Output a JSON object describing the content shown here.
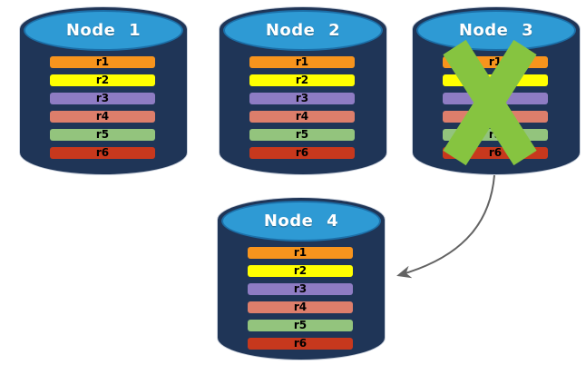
{
  "diagram": {
    "nodes": [
      {
        "label": "Node 1",
        "records": [
          {
            "label": "r1",
            "color": "#F7941D"
          },
          {
            "label": "r2",
            "color": "#FFFF00"
          },
          {
            "label": "r3",
            "color": "#8E7CC3"
          },
          {
            "label": "r4",
            "color": "#DD7E6B"
          },
          {
            "label": "r5",
            "color": "#93C47D"
          },
          {
            "label": "r6",
            "color": "#C7381D"
          }
        ]
      },
      {
        "label": "Node 2",
        "records": [
          {
            "label": "r1",
            "color": "#F7941D"
          },
          {
            "label": "r2",
            "color": "#FFFF00"
          },
          {
            "label": "r3",
            "color": "#8E7CC3"
          },
          {
            "label": "r4",
            "color": "#DD7E6B"
          },
          {
            "label": "r5",
            "color": "#93C47D"
          },
          {
            "label": "r6",
            "color": "#C7381D"
          }
        ]
      },
      {
        "label": "Node 3",
        "records": [
          {
            "label": "r1",
            "color": "#F7941D"
          },
          {
            "label": "r2",
            "color": "#FFFF00"
          },
          {
            "label": "r3",
            "color": "#8E7CC3"
          },
          {
            "label": "r4",
            "color": "#DD7E6B"
          },
          {
            "label": "r5",
            "color": "#93C47D"
          },
          {
            "label": "r6",
            "color": "#C7381D"
          }
        ]
      },
      {
        "label": "Node 4",
        "records": [
          {
            "label": "r1",
            "color": "#F7941D"
          },
          {
            "label": "r2",
            "color": "#FFFF00"
          },
          {
            "label": "r3",
            "color": "#8E7CC3"
          },
          {
            "label": "r4",
            "color": "#DD7E6B"
          },
          {
            "label": "r5",
            "color": "#93C47D"
          },
          {
            "label": "r6",
            "color": "#C7381D"
          }
        ]
      }
    ],
    "failure": {
      "node": "Node 3",
      "icon": "x-icon",
      "color": "#86C440"
    },
    "arrow": {
      "from": "Node 3",
      "to": "Node 4",
      "color": "#636363"
    },
    "colors": {
      "cylinder_body": "#1F3557",
      "cylinder_top": "#2E9AD4",
      "cylinder_top_border": "#1C6FA8",
      "node_label_text": "#FFFFFF",
      "record_label_text": "#000000"
    }
  }
}
